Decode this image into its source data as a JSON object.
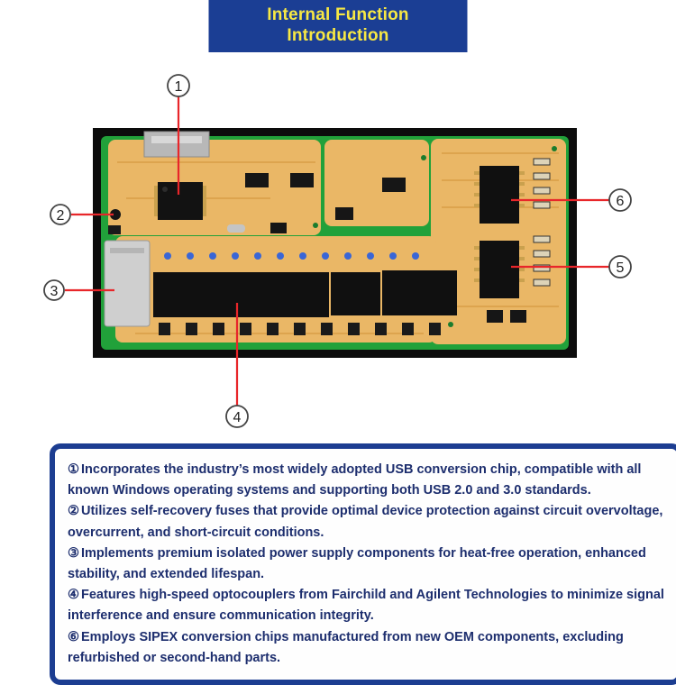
{
  "header": {
    "title_line1": "Internal Function",
    "title_line2": "Introduction"
  },
  "colors": {
    "banner_bg": "#1b3e94",
    "banner_text": "#f7e843",
    "callout_line_red": "#e8262a",
    "pcb_green": "#21a13a",
    "pcb_copper": "#eab766",
    "body_text_navy": "#1d2e6e"
  },
  "diagram": {
    "callouts": [
      {
        "label": "1"
      },
      {
        "label": "2"
      },
      {
        "label": "3"
      },
      {
        "label": "4"
      },
      {
        "label": "5"
      },
      {
        "label": "6"
      }
    ]
  },
  "features": {
    "items": [
      {
        "num": "①",
        "text": "Incorporates the industry’s most widely adopted USB conversion chip, compatible with all known Windows operating systems and supporting both USB 2.0 and 3.0 standards."
      },
      {
        "num": "②",
        "text": "Utilizes self-recovery fuses that provide optimal device protection against circuit overvoltage, overcurrent, and short-circuit conditions."
      },
      {
        "num": "③",
        "text": "Implements premium isolated power supply components for heat-free operation, enhanced stability, and extended lifespan."
      },
      {
        "num": "④",
        "text": "Features high-speed optocouplers from Fairchild and Agilent Technologies to minimize signal interference and ensure communication integrity."
      },
      {
        "num": "⑥",
        "text": "Employs SIPEX conversion chips manufactured from new OEM components, excluding refurbished or second-hand parts."
      }
    ]
  }
}
